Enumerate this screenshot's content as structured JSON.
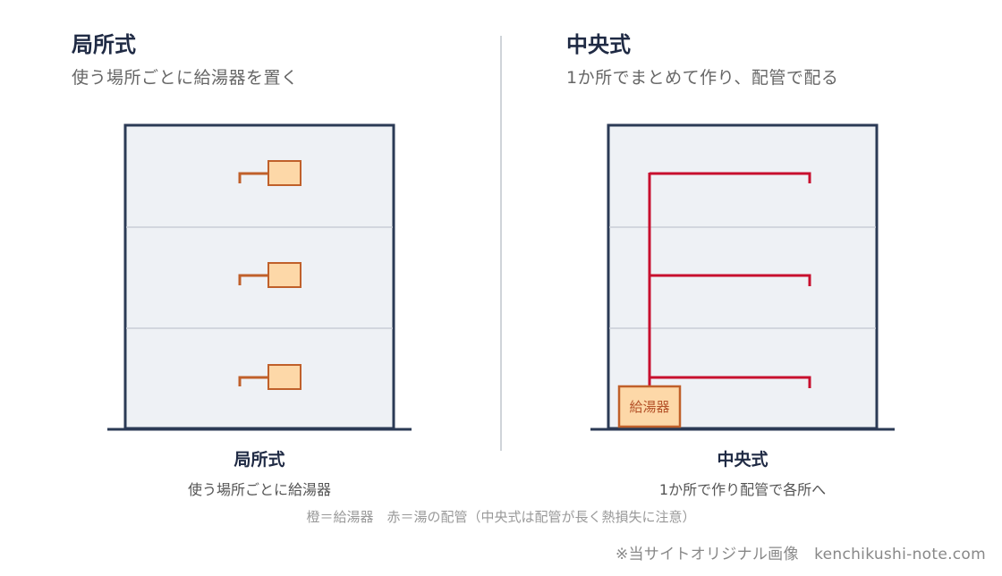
{
  "left": {
    "title": "局所式",
    "subtitle": "使う場所ごとに給湯器を置く",
    "caption_title": "局所式",
    "caption_sub": "使う場所ごとに給湯器"
  },
  "right": {
    "title": "中央式",
    "subtitle": "1か所でまとめて作り、配管で配る",
    "caption_title": "中央式",
    "caption_sub": "1か所で作り配管で各所へ",
    "heater_label": "給湯器"
  },
  "legend": "橙＝給湯器　赤＝湯の配管（中央式は配管が長く熱損失に注意）",
  "credit": "※当サイトオリジナル画像　kenchikushi-note.com",
  "colors": {
    "building_fill": "#eef1f5",
    "building_stroke": "#2b3a55",
    "heater_fill": "#fdd8a8",
    "heater_stroke": "#c0602a",
    "pipe_red": "#c8102e"
  }
}
